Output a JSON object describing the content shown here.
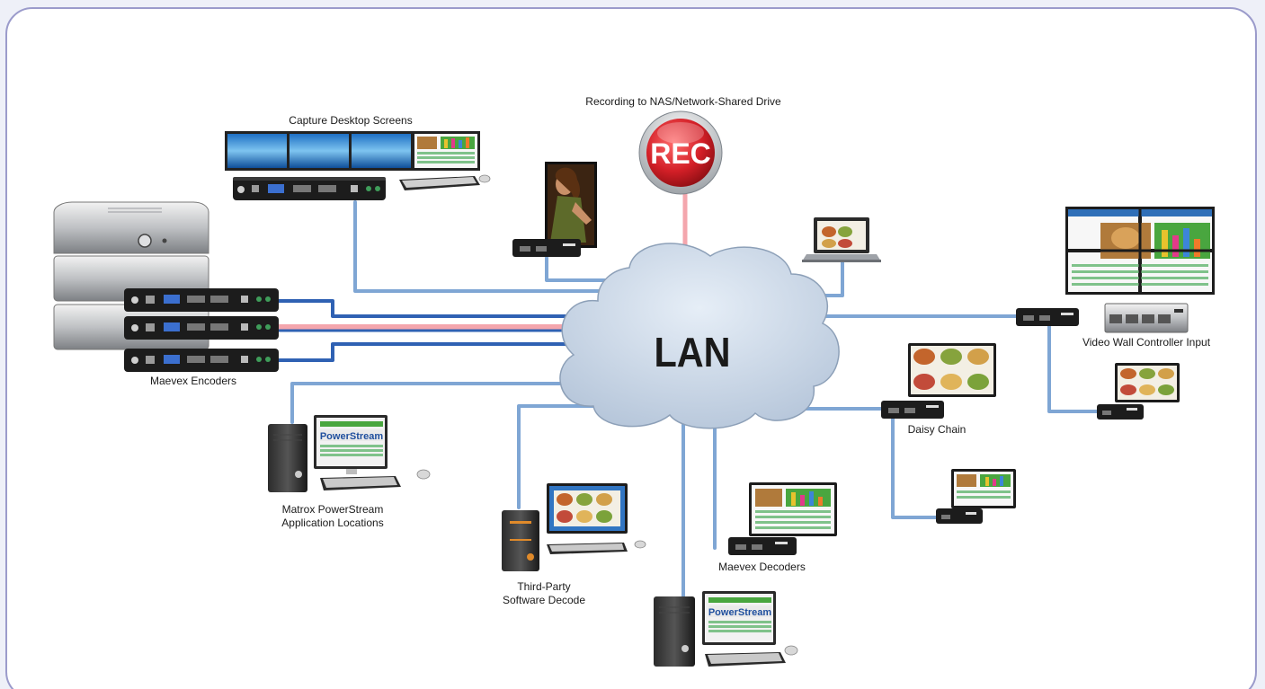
{
  "cloud_label": "LAN",
  "rec_label": "REC",
  "screen_brand": "PowerStream",
  "labels": {
    "capture": "Capture Desktop Screens",
    "recording": "Recording to NAS/Network-Shared Drive",
    "encoders": "Maevex Encoders",
    "powerstream_line1": "Matrox PowerStream",
    "powerstream_line2": "Application Locations",
    "third_party_line1": "Third-Party",
    "third_party_line2": "Software Decode",
    "decoders": "Maevex Decoders",
    "daisy_chain": "Daisy Chain",
    "video_wall": "Video Wall Controller Input"
  },
  "colors": {
    "link": "#7fa6d4",
    "link_dark": "#2f61b3",
    "rec_link": "#f4a6ad",
    "cloud_fill": "#c9d6e6",
    "rec_red": "#cf1f26",
    "frame": "#9b9bcb"
  }
}
